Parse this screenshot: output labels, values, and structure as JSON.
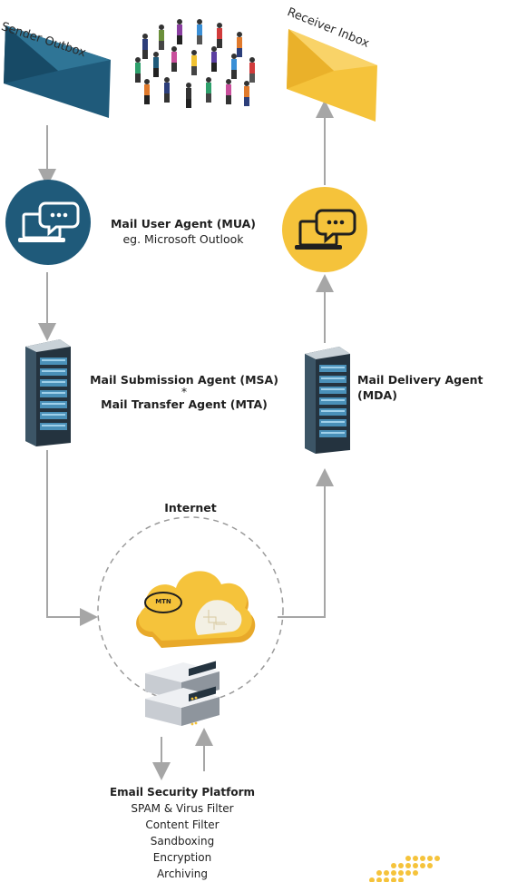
{
  "sender": {
    "label": "Sender Outbox",
    "color": "#1f5a7a"
  },
  "receiver": {
    "label": "Receiver Inbox",
    "color": "#f5c33b"
  },
  "mua": {
    "title": "Mail User Agent (MUA)",
    "subtitle": "eg. Microsoft Outlook"
  },
  "msa": {
    "line1": "Mail Submission Agent (MSA)",
    "separator": "*",
    "line2": "Mail Transfer Agent (MTA)"
  },
  "mda": {
    "title": "Mail Delivery Agent (MDA)"
  },
  "internet": {
    "label": "Internet",
    "cloud_badge": "MTN"
  },
  "platform": {
    "title": "Email Security Platform",
    "features": [
      "SPAM & Virus Filter",
      "Content Filter",
      "Sandboxing",
      "Encryption",
      "Archiving"
    ]
  },
  "colors": {
    "arrow": "#a6a6a6",
    "blue": "#1f5a7a",
    "yellow": "#f5c33b"
  }
}
